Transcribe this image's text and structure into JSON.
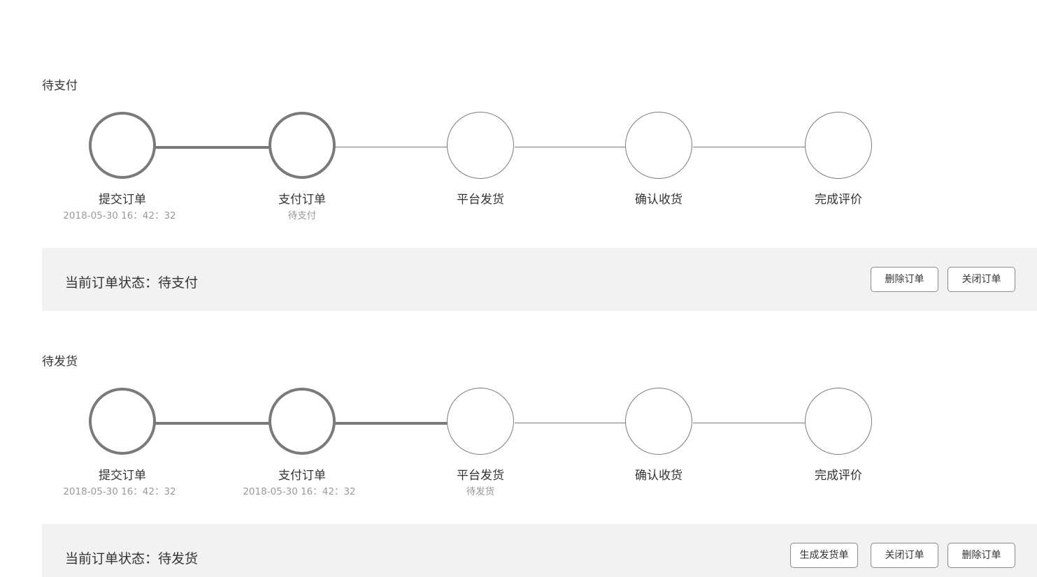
{
  "steps": [
    "提交订单",
    "支付订单",
    "平台发货",
    "确认收货",
    "完成评价"
  ],
  "sections": [
    {
      "title": "待支付",
      "progress": {
        "steps_completed": 2,
        "connectors_completed": 1
      },
      "subtexts": [
        "2018-05-30 16：42：32",
        "待支付",
        "",
        "",
        ""
      ],
      "status_label": "当前订单状态：待支付",
      "buttons": [
        "删除订单",
        "关闭订单"
      ]
    },
    {
      "title": "待发货",
      "progress": {
        "steps_completed": 2,
        "connectors_completed": 2
      },
      "subtexts": [
        "2018-05-30 16：42：32",
        "2018-05-30 16：42：32",
        "待发货",
        "",
        ""
      ],
      "status_label": "当前订单状态：待发货",
      "buttons": [
        "生成发货单",
        "关闭订单",
        "删除订单"
      ]
    }
  ]
}
